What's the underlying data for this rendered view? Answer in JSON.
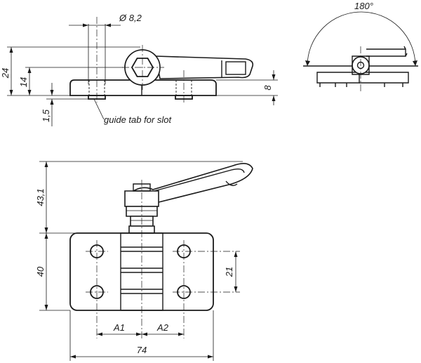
{
  "dimensions": {
    "top_height_total": "24",
    "top_height_axis": "14",
    "tab_height": "1,5",
    "base_thickness": "8",
    "pin_diameter": "Ø 8,2",
    "swing_angle": "180°",
    "lever_height": "43,1",
    "plate_height": "40",
    "hole_spacing_vertical": "21",
    "offset_a1": "A1",
    "offset_a2": "A2",
    "plate_width": "74"
  },
  "annotations": {
    "guide_tab": "guide tab for slot"
  }
}
